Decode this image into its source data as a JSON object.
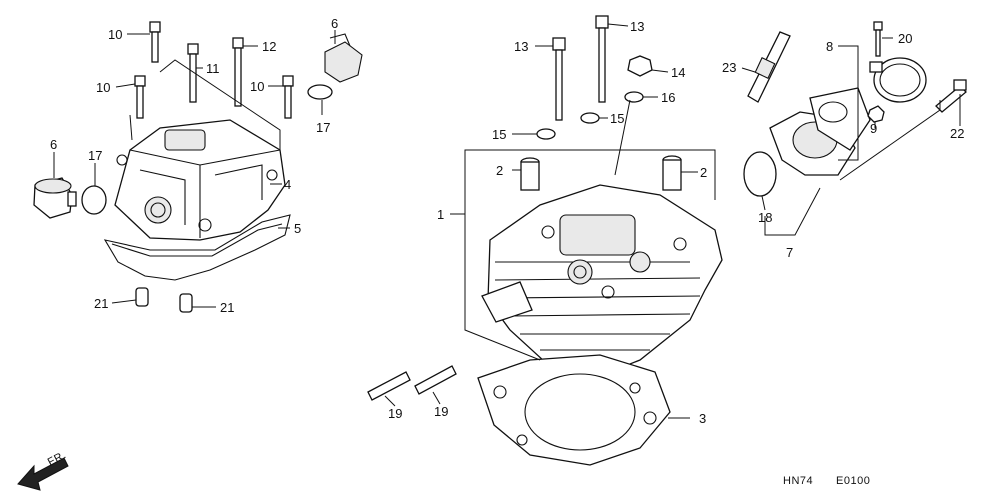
{
  "callouts": {
    "c10a": "10",
    "c10b": "10",
    "c11": "11",
    "c12": "12",
    "c10c": "10",
    "c6a": "6",
    "c17a": "17",
    "c6b": "6",
    "c17b": "17",
    "c4": "4",
    "c5": "5",
    "c21a": "21",
    "c21b": "21",
    "c13a": "13",
    "c13b": "13",
    "c14": "14",
    "c16": "16",
    "c15a": "15",
    "c15b": "15",
    "c2a": "2",
    "c2b": "2",
    "c1": "1",
    "c3": "3",
    "c19a": "19",
    "c19b": "19",
    "c23": "23",
    "c8": "8",
    "c20": "20",
    "c9": "9",
    "c22": "22",
    "c18": "18",
    "c7": "7"
  },
  "front_label": "FR.",
  "footer": {
    "model_code": "HN74",
    "figure_code": "E0100"
  }
}
